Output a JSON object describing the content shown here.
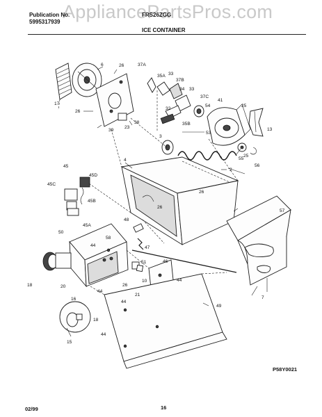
{
  "header": {
    "publication_label": "Publication No.",
    "publication_number": "5995317939",
    "model": "FRS26ZGG",
    "section_title": "ICE CONTAINER",
    "watermark": "AppliancePartsPros.com"
  },
  "footer": {
    "date": "02/99",
    "page_number": "16",
    "drawing_code": "P58Y0021"
  },
  "callouts": [
    "6",
    "26",
    "17",
    "26",
    "39",
    "23",
    "38",
    "37A",
    "35A",
    "33",
    "37B",
    "34",
    "33",
    "32",
    "37C",
    "54",
    "41",
    "25",
    "35B",
    "53",
    "13",
    "3",
    "25",
    "55",
    "56",
    "4",
    "2",
    "45",
    "45D",
    "45C",
    "45B",
    "50",
    "45A",
    "26",
    "26",
    "57",
    "48",
    "47",
    "44",
    "58",
    "18",
    "20",
    "51",
    "46",
    "44",
    "26",
    "10",
    "44",
    "44",
    "21",
    "49",
    "7",
    "16",
    "18",
    "15",
    "44"
  ],
  "colors": {
    "ink": "#1a1a1a",
    "watermark": "#c9c9c9",
    "part_fill": "#fdfdfd",
    "shade": "#dcdcdc"
  }
}
